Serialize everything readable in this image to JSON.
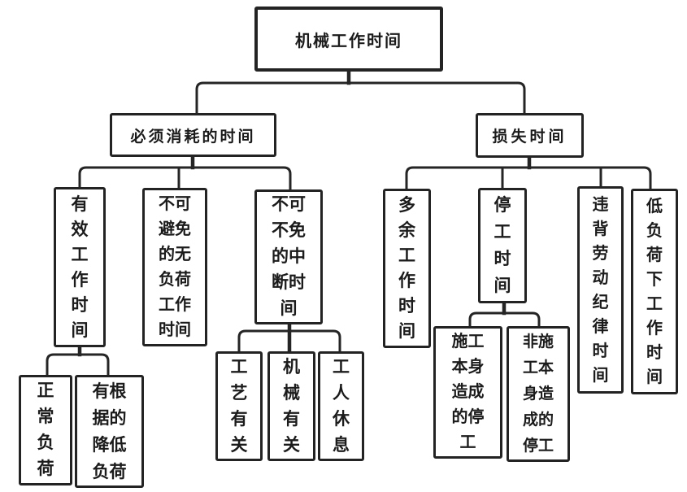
{
  "diagram": {
    "type": "tree",
    "title_node": "machine_work_time",
    "nodes": {
      "machine_work_time": {
        "label": "机械工作时间"
      },
      "required_time": {
        "label": "必须消耗的时间"
      },
      "lost_time": {
        "label": "损失时间"
      },
      "effective_work_time": {
        "label": "有效工作时间"
      },
      "unavoidable_no_load_time": {
        "label": "不可避免的无负荷工作时间"
      },
      "unavoidable_interruption_time": {
        "label": "不可不免的中断时间"
      },
      "excess_work_time": {
        "label": "多余工作时间"
      },
      "downtime": {
        "label": "停工时间"
      },
      "discipline_violation_time": {
        "label": "违背劳动纪律时间"
      },
      "low_load_work_time": {
        "label": "低负荷下工作时间"
      },
      "normal_load": {
        "label": "正常负荷"
      },
      "justified_reduced_load": {
        "label": "有根据的降低负荷"
      },
      "process_related": {
        "label": "工艺有关"
      },
      "machine_related": {
        "label": "机械有关"
      },
      "worker_rest": {
        "label": "工人休息"
      },
      "construction_caused_downtime": {
        "label": "施工本身造成的停工"
      },
      "non_construction_caused_downtime": {
        "label": "非施工本身造成的停工"
      }
    },
    "edges": [
      [
        "machine_work_time",
        "required_time"
      ],
      [
        "machine_work_time",
        "lost_time"
      ],
      [
        "required_time",
        "effective_work_time"
      ],
      [
        "required_time",
        "unavoidable_no_load_time"
      ],
      [
        "required_time",
        "unavoidable_interruption_time"
      ],
      [
        "effective_work_time",
        "normal_load"
      ],
      [
        "effective_work_time",
        "justified_reduced_load"
      ],
      [
        "unavoidable_interruption_time",
        "process_related"
      ],
      [
        "unavoidable_interruption_time",
        "machine_related"
      ],
      [
        "unavoidable_interruption_time",
        "worker_rest"
      ],
      [
        "lost_time",
        "excess_work_time"
      ],
      [
        "lost_time",
        "downtime"
      ],
      [
        "lost_time",
        "discipline_violation_time"
      ],
      [
        "lost_time",
        "low_load_work_time"
      ],
      [
        "downtime",
        "construction_caused_downtime"
      ],
      [
        "downtime",
        "non_construction_caused_downtime"
      ]
    ],
    "colors": {
      "background": "#ffffff",
      "box_fill": "#ffffff",
      "box_border": "#232323",
      "line": "#252525",
      "text": "#1b1b1b"
    }
  }
}
